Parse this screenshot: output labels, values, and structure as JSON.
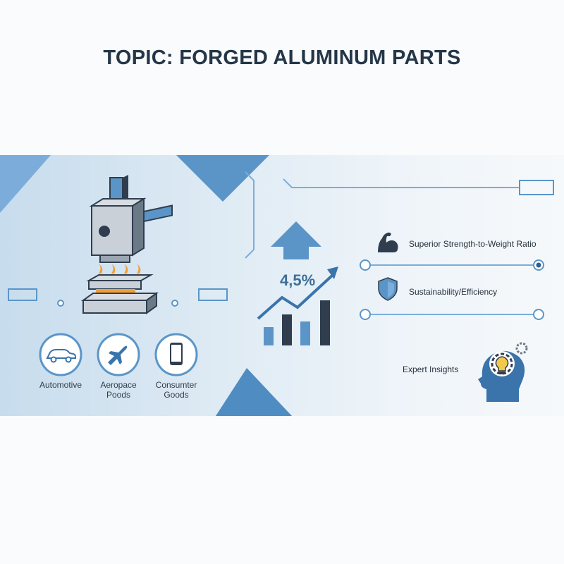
{
  "title": "TOPIC: FORGED ALUMINUM PARTS",
  "colors": {
    "accent_blue": "#5b95c8",
    "dark_navy": "#2f3d4f",
    "light_blue": "#7aaedb",
    "forge_orange": "#f2a035"
  },
  "applications": [
    {
      "label": "Automotive",
      "icon": "car-icon"
    },
    {
      "label": "Aeropace\nPoods",
      "icon": "airplane-icon"
    },
    {
      "label": "Consumter\nGoods",
      "icon": "smartphone-icon"
    }
  ],
  "growth": {
    "value": "4,5%",
    "icon": "growth-chart-icon"
  },
  "features": [
    {
      "label": "Superior Strength-to-Weight Ratio",
      "icon": "flexed-arm-icon"
    },
    {
      "label": "Sustainability/Efficiency",
      "icon": "shield-icon"
    },
    {
      "label": "Expert Insights",
      "icon": "head-gear-lightbulb-icon"
    }
  ]
}
